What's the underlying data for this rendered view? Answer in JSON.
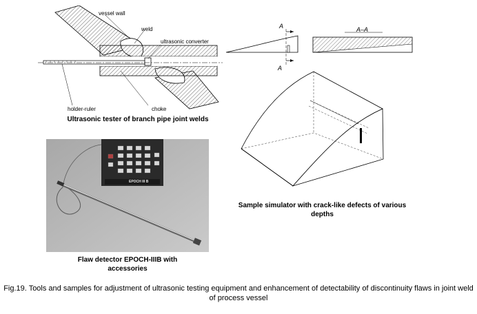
{
  "weld_diagram": {
    "labels": {
      "vessel_wall": "vessel wall",
      "weld": "weld",
      "ultrasonic_converter": "ultrasonic converter",
      "holder_ruler": "holder-ruler",
      "choke": "choke"
    },
    "caption": "Ultrasonic tester of branch pipe joint welds"
  },
  "photo": {
    "device_brand": "EPOCH III B",
    "caption": "Flaw detector EPOCH-IIIB with accessories"
  },
  "section_views": {
    "arrow_label_top": "A",
    "arrow_label_bottom": "A",
    "section_label": "A–A"
  },
  "sample": {
    "caption": "Sample simulator with crack-like defects of various depths"
  },
  "figure_caption": "Fig.19. Tools and samples for adjustment of ultrasonic testing equipment and enhancement of detectability of discontinuity flaws in joint weld of process vessel",
  "colors": {
    "ink": "#000000",
    "photo_bg": "#b9b9b9",
    "device": "#2a2a2a"
  }
}
